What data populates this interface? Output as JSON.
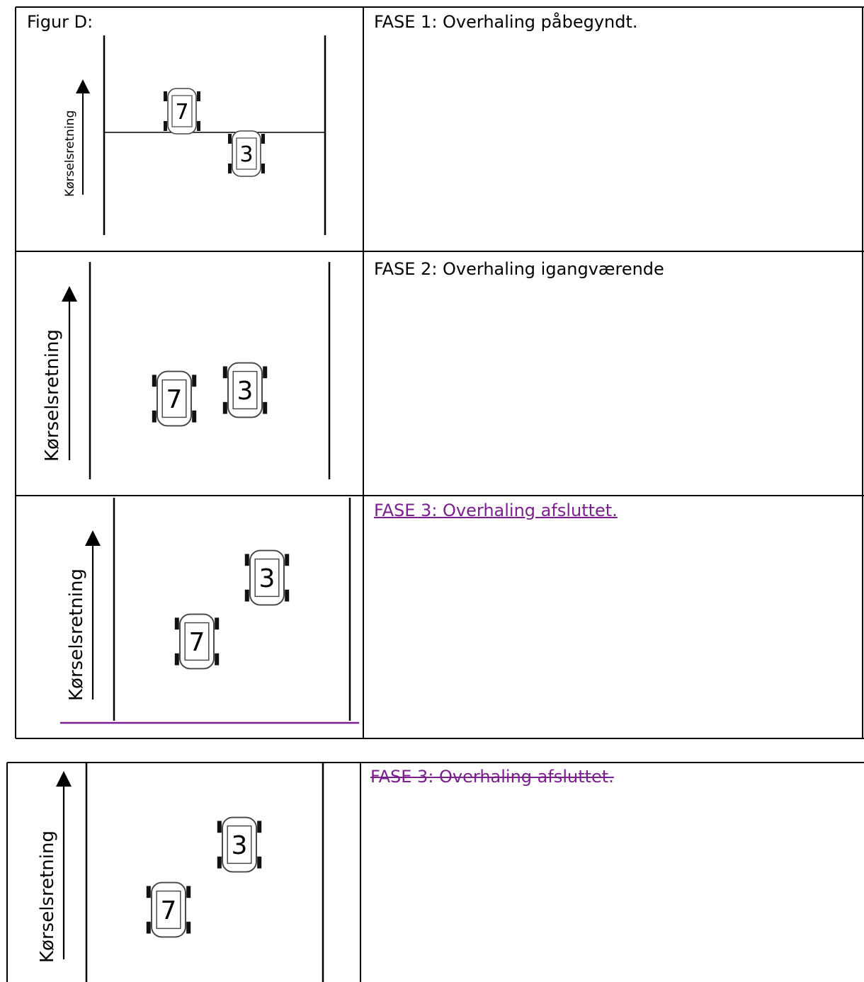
{
  "table1": {
    "figure_label": "Figur D:",
    "rows": [
      {
        "description": "FASE 1: Overhaling påbegyndt."
      },
      {
        "description": "FASE 2: Overhaling igangværende"
      },
      {
        "description": "FASE 3: Overhaling afsluttet."
      }
    ]
  },
  "table2": {
    "rows": [
      {
        "description": "FASE 3: Overhaling afsluttet."
      }
    ]
  },
  "diagram": {
    "direction_label": "Kørselsretning",
    "car_a": "7",
    "car_b": "3"
  },
  "colors": {
    "revision": "#7b1f8e"
  }
}
